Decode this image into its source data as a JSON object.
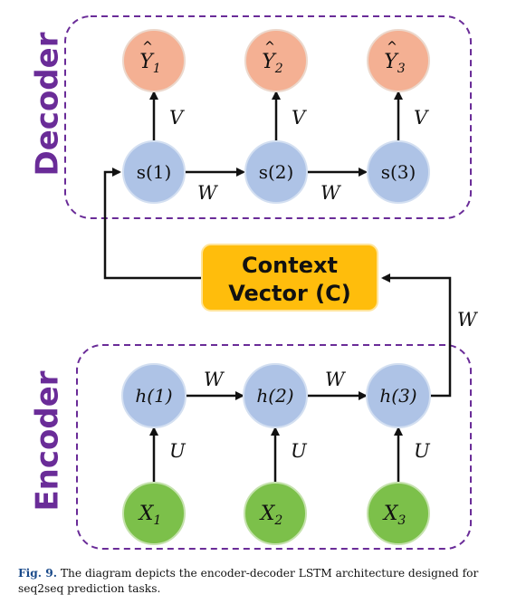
{
  "decoder": {
    "label": "Decoder",
    "outputs": [
      {
        "base": "Y",
        "sub": "1"
      },
      {
        "base": "Y",
        "sub": "2"
      },
      {
        "base": "Y",
        "sub": "3"
      }
    ],
    "states": [
      "s(1)",
      "s(2)",
      "s(3)"
    ]
  },
  "encoder": {
    "label": "Encoder",
    "states": [
      "h(1)",
      "h(2)",
      "h(3)"
    ],
    "inputs": [
      {
        "base": "X",
        "sub": "1"
      },
      {
        "base": "X",
        "sub": "2"
      },
      {
        "base": "X",
        "sub": "3"
      }
    ]
  },
  "context": {
    "line1": "Context",
    "line2": "Vector (C)"
  },
  "weights": {
    "V": "V",
    "W": "W",
    "U": "U"
  },
  "colors": {
    "purple": "#6a2c98",
    "output_fill": "#f4b093",
    "state_fill": "#aec3e6",
    "input_fill": "#7cc04a",
    "context_fill": "#ffbd0c"
  },
  "caption": {
    "label": "Fig. 9.",
    "text": "The diagram depicts the encoder-decoder LSTM architecture designed for seq2seq prediction tasks."
  }
}
